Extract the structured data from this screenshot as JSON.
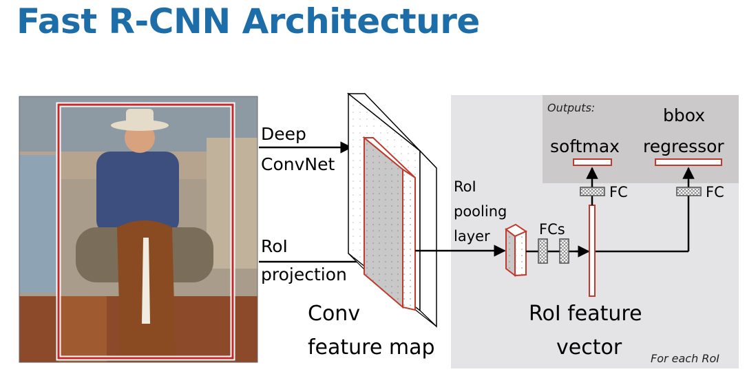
{
  "title": "Fast R-CNN Architecture",
  "labels": {
    "deep_convnet_1": "Deep",
    "deep_convnet_2": "ConvNet",
    "roi_projection_1": "RoI",
    "roi_projection_2": "projection",
    "conv_feature_map_1": "Conv",
    "conv_feature_map_2": "feature map",
    "roi_pooling_1": "RoI",
    "roi_pooling_2": "pooling",
    "roi_pooling_3": "layer",
    "fcs": "FCs",
    "fc_left": "FC",
    "fc_right": "FC",
    "roi_feature_vector_1": "RoI feature",
    "roi_feature_vector_2": "vector",
    "outputs": "Outputs:",
    "softmax": "softmax",
    "bbox_1": "bbox",
    "bbox_2": "regressor",
    "for_each_roi": "For each RoI"
  },
  "colors": {
    "title": "#1d6ea8",
    "panel": "#e4e3e5",
    "outputs_panel": "#cbc9c9",
    "roi_red": "#c0392b",
    "image_frame": "#c62828"
  }
}
